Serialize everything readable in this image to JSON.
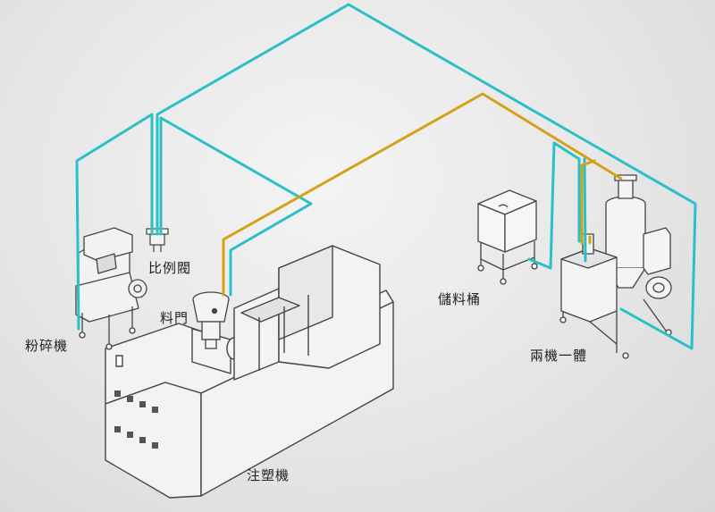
{
  "labels": {
    "crusher": "粉碎機",
    "proportional_valve": "比例閥",
    "hopper_door": "料門",
    "storage_bin": "儲料桶",
    "dryer_loader": "兩機一體",
    "injection_molding_machine": "注塑機"
  },
  "colors": {
    "conveying_line": "#2bbfc8",
    "material_line": "#d4a21a",
    "outline": "#444444"
  }
}
